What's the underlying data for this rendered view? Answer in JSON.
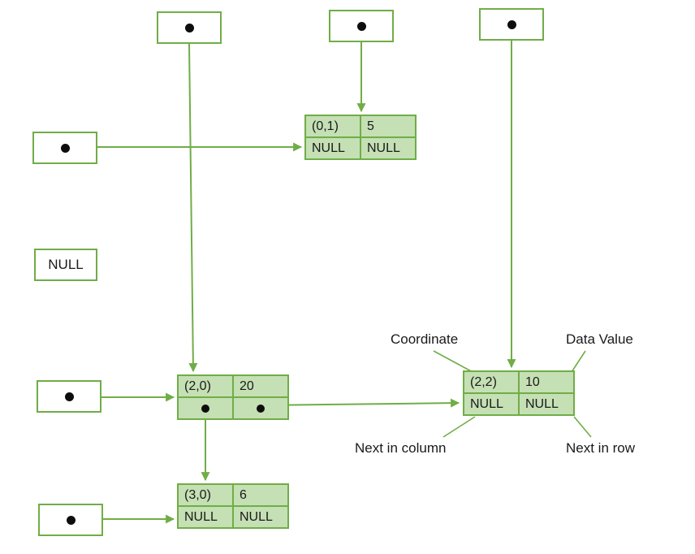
{
  "colors": {
    "line": "#70ad47",
    "border": "#70ad47",
    "fill": "#c5e0b4",
    "dot": "#0d0d0d",
    "text": "#1a1a1a",
    "bg": "#ffffff"
  },
  "heads": {
    "null_head_label": "NULL"
  },
  "nodes": [
    {
      "coord": "(0,1)",
      "value": "5",
      "down": "NULL",
      "right": "NULL"
    },
    {
      "coord": "(2,0)",
      "value": "20"
    },
    {
      "coord": "(2,2)",
      "value": "10",
      "down": "NULL",
      "right": "NULL"
    },
    {
      "coord": "(3,0)",
      "value": "6",
      "down": "NULL",
      "right": "NULL"
    }
  ],
  "annotations": {
    "coordinate": "Coordinate",
    "data_value": "Data Value",
    "next_in_column": "Next in column",
    "next_in_row": "Next in row"
  }
}
